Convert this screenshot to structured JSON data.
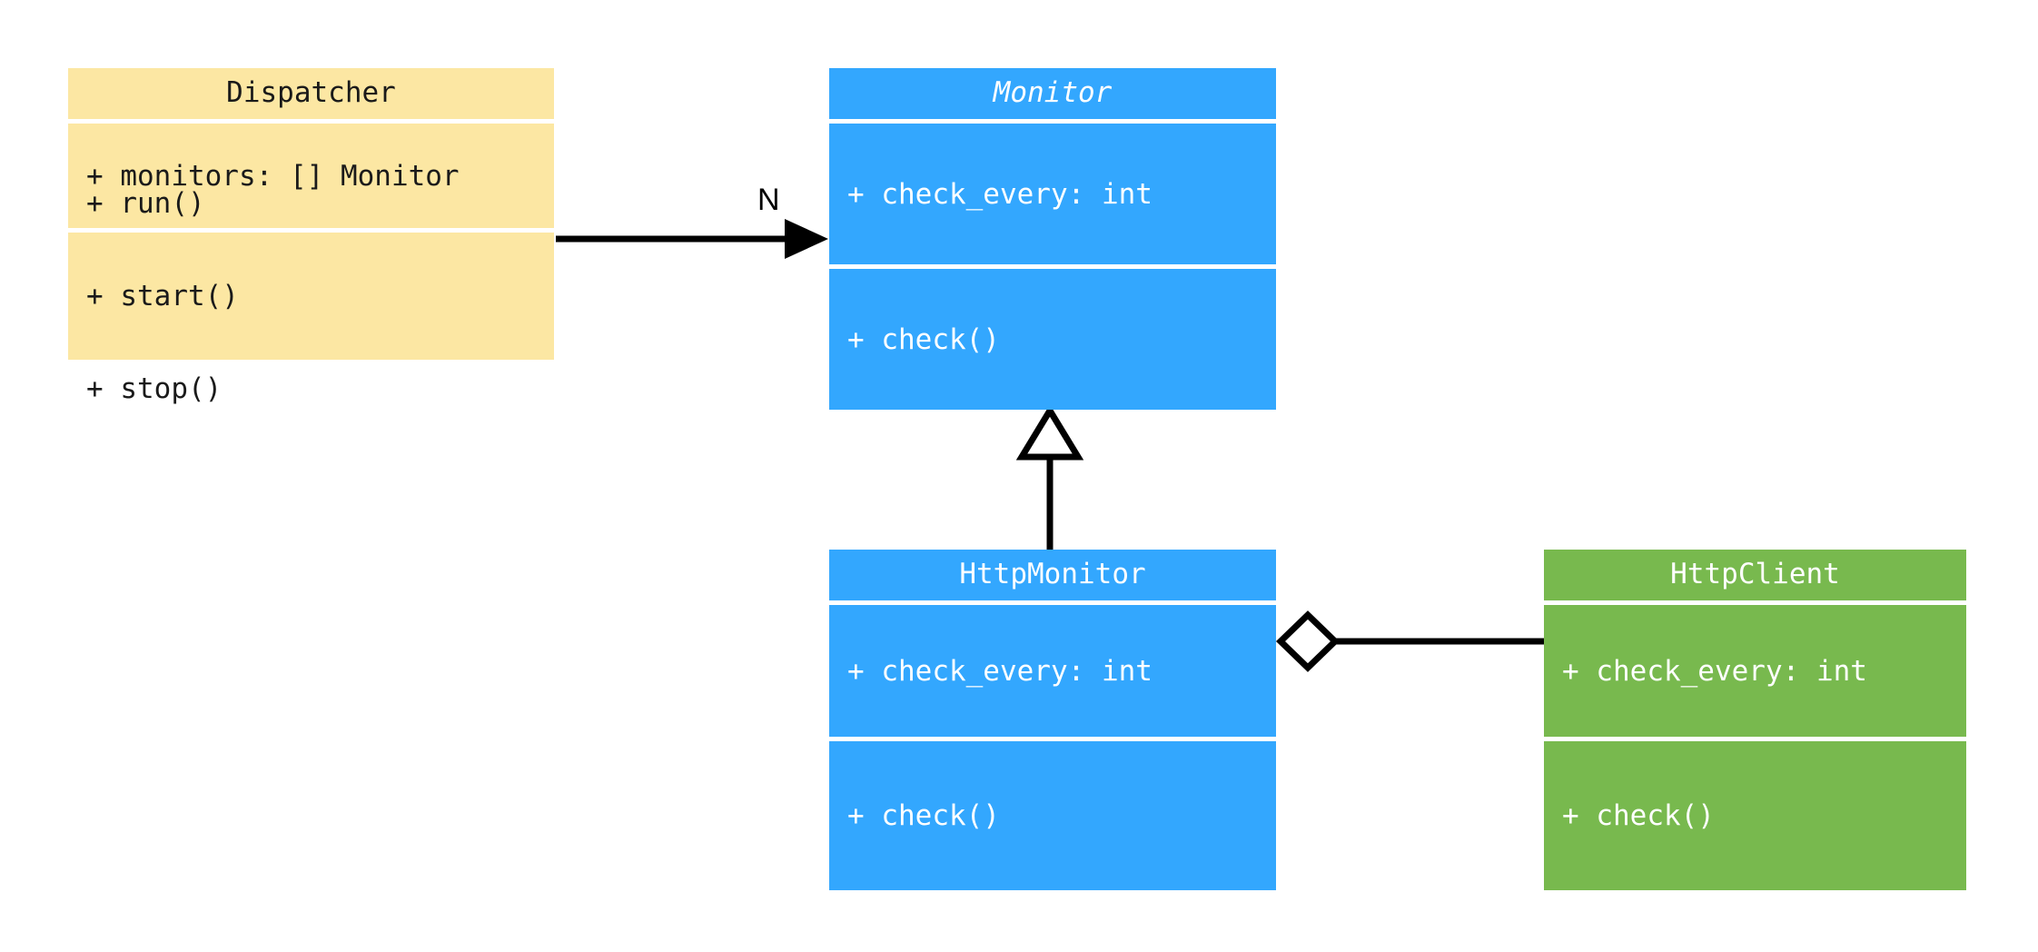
{
  "diagram": {
    "type": "uml-class-diagram",
    "background": "#ffffff",
    "colors": {
      "dispatcher_fill": "#fce7a3",
      "monitor_fill": "#33a7fe",
      "httpmonitor_fill": "#33a7fe",
      "httpclient_fill": "#78b94e",
      "line": "#000000",
      "light_text": "#ffffff",
      "dark_text": "#1a1a1a"
    },
    "classes": [
      {
        "id": "dispatcher",
        "name": "Dispatcher",
        "abstract": false,
        "attributes": [
          "+ monitors: [] Monitor"
        ],
        "methods": [
          "+ run()",
          "+ start()",
          "+ stop()"
        ]
      },
      {
        "id": "monitor",
        "name": "Monitor",
        "abstract": true,
        "attributes": [
          "+ check_every: int"
        ],
        "methods": [
          "+ check()"
        ]
      },
      {
        "id": "httpmonitor",
        "name": "HttpMonitor",
        "abstract": false,
        "attributes": [
          "+ check_every: int"
        ],
        "methods": [
          "+ check()"
        ]
      },
      {
        "id": "httpclient",
        "name": "HttpClient",
        "abstract": false,
        "attributes": [
          "+ check_every: int"
        ],
        "methods": [
          "+ check()"
        ]
      }
    ],
    "relationships": [
      {
        "id": "dispatcher-monitor",
        "kind": "association-arrow",
        "from": "Dispatcher",
        "to": "Monitor",
        "label": "N"
      },
      {
        "id": "httpmonitor-monitor",
        "kind": "generalization",
        "from": "HttpMonitor",
        "to": "Monitor",
        "label": ""
      },
      {
        "id": "httpmonitor-httpclient",
        "kind": "aggregation",
        "from": "HttpMonitor",
        "to": "HttpClient",
        "label": ""
      }
    ]
  }
}
